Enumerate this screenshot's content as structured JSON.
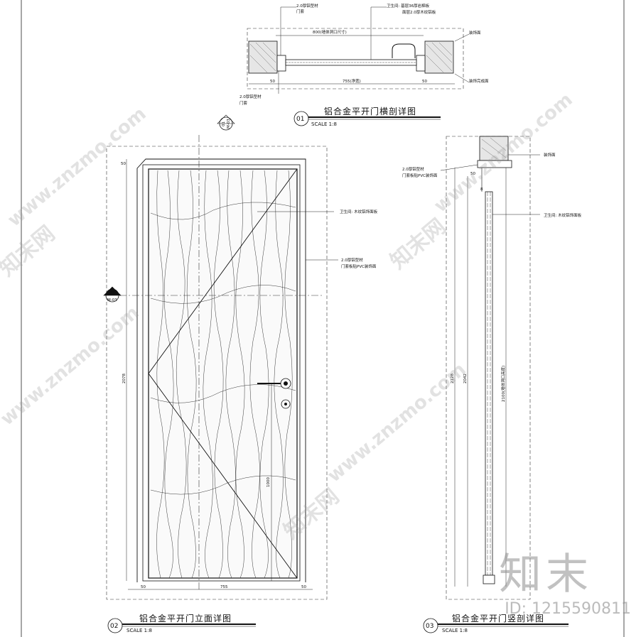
{
  "drawing_1": {
    "number": "01",
    "title": "铝合金平开门横剖详图",
    "scale": "SCALE 1:8",
    "dims": {
      "overall": "800(墙体洞口尺寸)",
      "left": "50",
      "center": "755(净宽)",
      "right": "50"
    },
    "notes": {
      "top_left": "2.0厚铝型材",
      "top_left_sub": "门套",
      "top_mid": "卫生间: 基层36厚岩棉板",
      "top_mid_sub": "面层2.0厚木纹铝板",
      "right_1": "装饰面",
      "right_2": "装饰完成面",
      "bottom_left": "2.0厚铝型材",
      "bottom_left_sub": "门套"
    }
  },
  "drawing_2": {
    "number": "02",
    "title": "铝合金平开门立面详图",
    "scale": "SCALE 1:8",
    "marker_top": {
      "top": "01",
      "bottom": "M-03"
    },
    "marker_left": {
      "top": "03",
      "bottom": "M-03"
    },
    "dims": {
      "top": "50",
      "height": "2078",
      "handle": "1000",
      "bottom_left": "50",
      "bottom_mid": "755",
      "bottom_right": "50"
    },
    "notes": {
      "panel": "卫生间: 木纹铝饰面板",
      "frame": "2.0厚铝型材",
      "frame_sub": "门套板贴PVC装饰面"
    }
  },
  "drawing_3": {
    "number": "03",
    "title": "铝合金平开门竖剖详图",
    "scale": "SCALE 1:8",
    "dims": {
      "overall": "2128",
      "door": "2042",
      "clear": "2100(墙体洞口高度)",
      "top": "50",
      "gap": "8"
    },
    "notes": {
      "wall": "装饰面",
      "frame": "2.0厚铝型材",
      "frame_sub": "门套板贴PVC装饰面",
      "panel": "卫生间: 木纹铝饰面板"
    }
  },
  "watermarks": {
    "site": "www.znzmo.com",
    "brand_cn": "知末网",
    "logo": "知末",
    "id": "ID: 1215590811"
  }
}
